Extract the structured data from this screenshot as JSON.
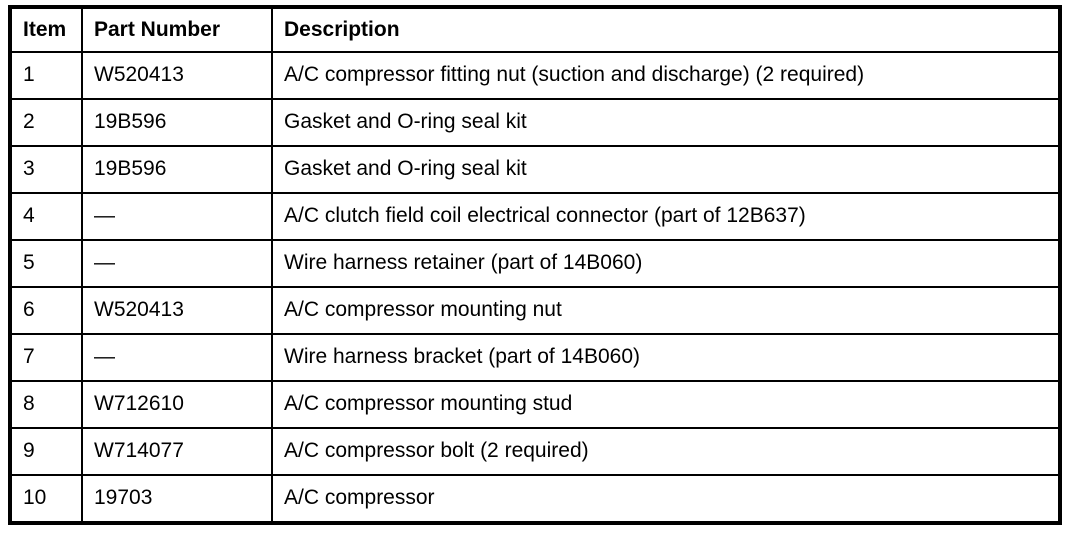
{
  "table": {
    "columns": {
      "item": "Item",
      "part_number": "Part Number",
      "description": "Description"
    },
    "rows": [
      {
        "item": "1",
        "part_number": "W520413",
        "description": "A/C compressor fitting nut (suction and discharge) (2 required)"
      },
      {
        "item": "2",
        "part_number": "19B596",
        "description": "Gasket and O-ring seal kit"
      },
      {
        "item": "3",
        "part_number": "19B596",
        "description": "Gasket and O-ring seal kit"
      },
      {
        "item": "4",
        "part_number": "—",
        "description": "A/C clutch field coil electrical connector (part of 12B637)"
      },
      {
        "item": "5",
        "part_number": "—",
        "description": "Wire harness retainer (part of 14B060)"
      },
      {
        "item": "6",
        "part_number": "W520413",
        "description": "A/C compressor mounting nut"
      },
      {
        "item": "7",
        "part_number": "—",
        "description": "Wire harness bracket (part of 14B060)"
      },
      {
        "item": "8",
        "part_number": "W712610",
        "description": "A/C compressor mounting stud"
      },
      {
        "item": "9",
        "part_number": "W714077",
        "description": "A/C compressor bolt (2 required)"
      },
      {
        "item": "10",
        "part_number": "19703",
        "description": "A/C compressor"
      }
    ],
    "colors": {
      "border": "#000000",
      "text": "#000000",
      "background": "#ffffff"
    }
  }
}
